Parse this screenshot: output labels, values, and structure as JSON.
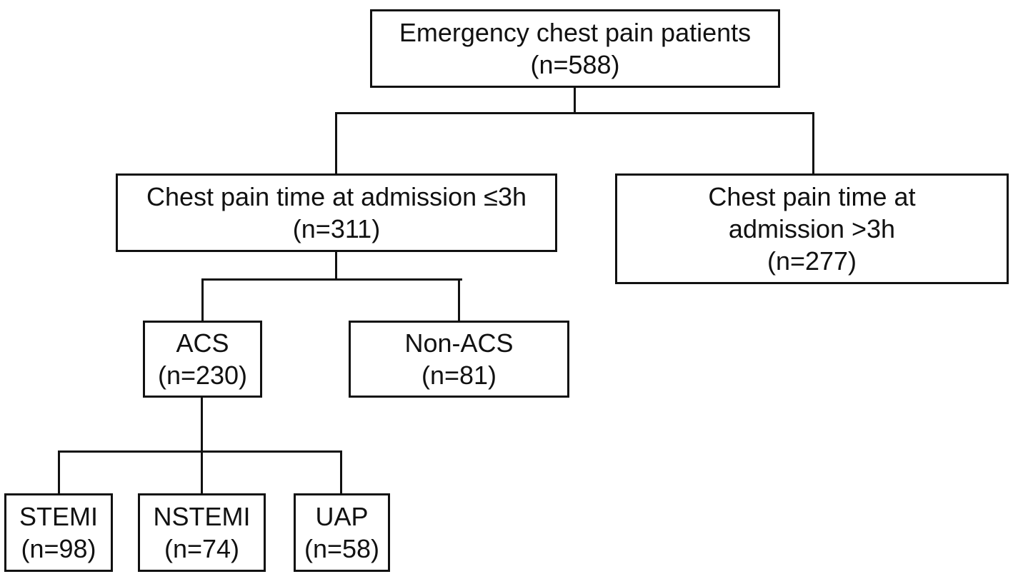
{
  "figure": {
    "background_color": "#ffffff",
    "line_color": "#111111",
    "text_color": "#111111"
  },
  "flowchart": {
    "root": {
      "label": "Emergency chest pain patients",
      "count": "(n=588)",
      "n": 588
    },
    "early_admission": {
      "label": "Chest pain time at admission ≤3h",
      "count": "(n=311)",
      "n": 311
    },
    "late_admission": {
      "label_line1": "Chest pain time at",
      "label_line2": "admission >3h",
      "count": "(n=277)",
      "n": 277
    },
    "acs": {
      "label": "ACS",
      "count": "(n=230)",
      "n": 230
    },
    "non_acs": {
      "label": "Non-ACS",
      "count": "(n=81)",
      "n": 81
    },
    "stemi": {
      "label": "STEMI",
      "count": "(n=98)",
      "n": 98
    },
    "nstemi": {
      "label": "NSTEMI",
      "count": "(n=74)",
      "n": 74
    },
    "uap": {
      "label": "UAP",
      "count": "(n=58)",
      "n": 58
    }
  }
}
